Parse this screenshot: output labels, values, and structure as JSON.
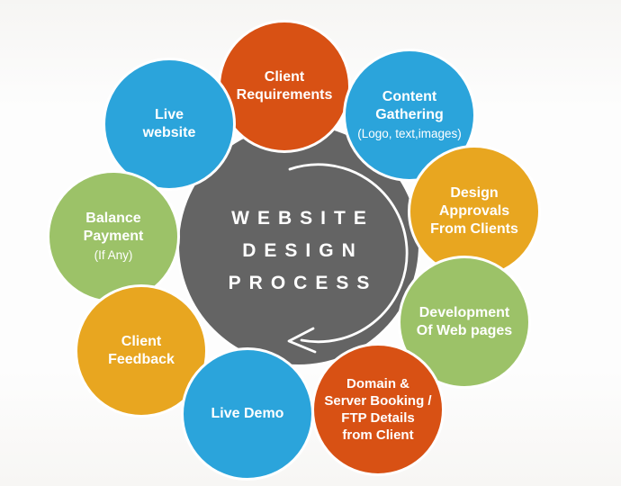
{
  "diagram": {
    "title": "WEBSITE\nDESIGN\nPROCESS",
    "hub_color": "#646464",
    "hub_text_color": "#FFFFFF",
    "arrow_color": "#FFFFFF",
    "arrow_direction": "clockwise",
    "palette": {
      "orange": "#D85114",
      "blue": "#2BA4DB",
      "gold": "#E8A620",
      "green": "#9CC268"
    },
    "steps": [
      {
        "id": "client-requirements",
        "label": "Client\nRequirements",
        "note": "",
        "color": "#D85114"
      },
      {
        "id": "content-gathering",
        "label": "Content\nGathering",
        "note": "(Logo, text,images)",
        "color": "#2BA4DB"
      },
      {
        "id": "design-approvals",
        "label": "Design\nApprovals\nFrom Clients",
        "note": "",
        "color": "#E8A620"
      },
      {
        "id": "development",
        "label": "Development\nOf Web pages",
        "note": "",
        "color": "#9CC268"
      },
      {
        "id": "domain-server",
        "label": "Domain &\nServer Booking /\nFTP Details\nfrom Client",
        "note": "",
        "color": "#D85114"
      },
      {
        "id": "live-demo",
        "label": "Live Demo",
        "note": "",
        "color": "#2BA4DB"
      },
      {
        "id": "client-feedback",
        "label": "Client\nFeedback",
        "note": "",
        "color": "#E8A620"
      },
      {
        "id": "balance-payment",
        "label": "Balance\nPayment",
        "note": "(If Any)",
        "color": "#9CC268"
      },
      {
        "id": "live-website",
        "label": "Live\nwebsite",
        "note": "",
        "color": "#2BA4DB"
      }
    ]
  }
}
